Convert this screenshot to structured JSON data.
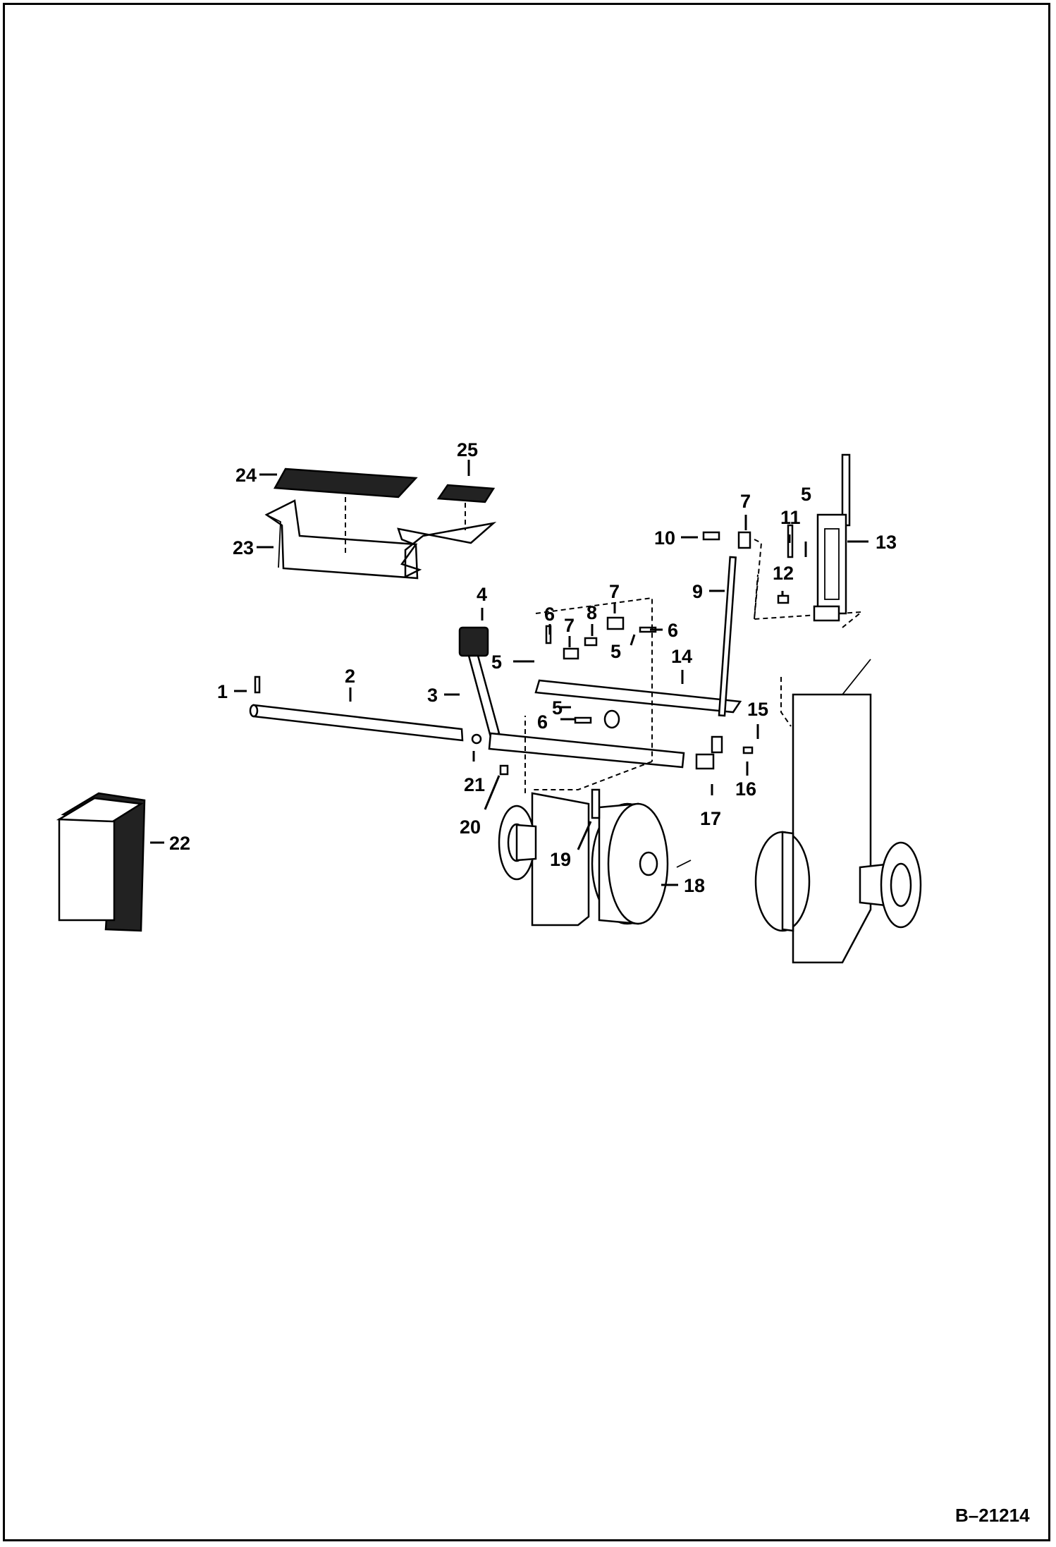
{
  "drawing_number": "B–21214",
  "callouts": [
    "1",
    "2",
    "3",
    "4",
    "5",
    "5",
    "5",
    "5",
    "6",
    "6",
    "6",
    "7",
    "7",
    "7",
    "8",
    "9",
    "10",
    "11",
    "12",
    "13",
    "14",
    "15",
    "16",
    "17",
    "18",
    "19",
    "20",
    "21",
    "22",
    "23",
    "24",
    "25"
  ]
}
